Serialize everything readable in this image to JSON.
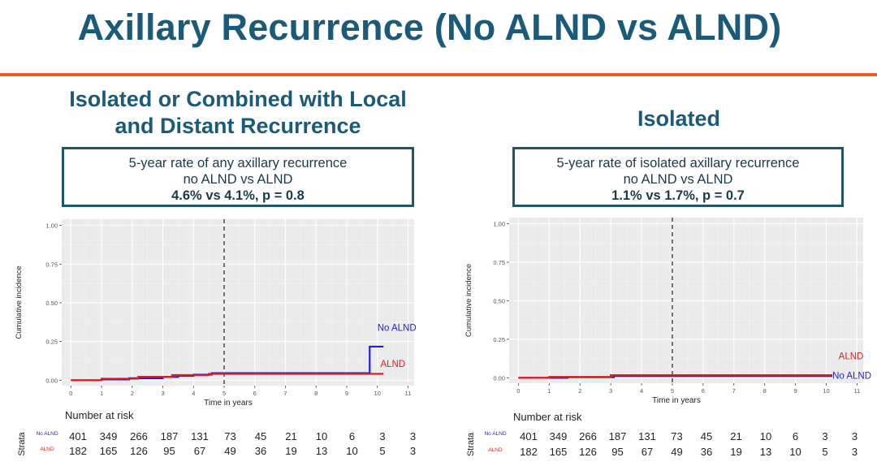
{
  "title": "Axillary Recurrence (No ALND vs ALND)",
  "colors": {
    "title": "#1b5a78",
    "rule": "#e3622a",
    "box_border": "#1e5866",
    "no_alnd": "#1f1fd6",
    "alnd": "#e11c1c",
    "plot_bg": "#ebebeb"
  },
  "panels": [
    {
      "title_line1": "Isolated or Combined with Local",
      "title_line2": "and Distant Recurrence",
      "box": {
        "line1": "5-year rate of any axillary recurrence",
        "line2": "no ALND vs ALND",
        "line3": "4.6% vs 4.1%, p = 0.8"
      },
      "risk": {
        "header": "Number at risk",
        "strata_label": "Strata",
        "no_alnd_label": "No ALND",
        "alnd_label": "ALND",
        "no_alnd": [
          "401",
          "349",
          "266",
          "187",
          "131",
          "73",
          "45",
          "21",
          "10",
          "6",
          "3",
          "3"
        ],
        "alnd": [
          "182",
          "165",
          "126",
          "95",
          "67",
          "49",
          "36",
          "19",
          "13",
          "10",
          "5",
          "3"
        ]
      }
    },
    {
      "title_line1": "Isolated",
      "box": {
        "line1": "5-year rate of isolated axillary recurrence",
        "line2": "no ALND vs ALND",
        "line3": "1.1% vs 1.7%, p = 0.7"
      },
      "risk": {
        "header": "Number at risk",
        "strata_label": "Strata",
        "no_alnd_label": "No ALND",
        "alnd_label": "ALND",
        "no_alnd": [
          "401",
          "349",
          "266",
          "187",
          "131",
          "73",
          "45",
          "21",
          "10",
          "6",
          "3",
          "3"
        ],
        "alnd": [
          "182",
          "165",
          "126",
          "95",
          "67",
          "49",
          "36",
          "19",
          "13",
          "10",
          "5",
          "3"
        ]
      }
    }
  ],
  "chart_data": [
    {
      "type": "line",
      "xlabel": "Time in years",
      "ylabel": "Cumulative incidence",
      "xlim": [
        -0.3,
        11.2
      ],
      "ylim": [
        -0.035,
        1.04
      ],
      "x_ticks": [
        "0",
        "1",
        "2",
        "3",
        "4",
        "5",
        "6",
        "7",
        "8",
        "9",
        "10",
        "11"
      ],
      "y_ticks": [
        "0.00",
        "0.25",
        "0.50",
        "0.75",
        "1.00"
      ],
      "reference_line_x": 5,
      "grid": true,
      "series": [
        {
          "name": "No ALND",
          "color": "#1f1fd6",
          "x": [
            0,
            1.0,
            1.9,
            3.0,
            3.5,
            4.0,
            4.6,
            9.75,
            9.75,
            10.2
          ],
          "y": [
            0,
            0.005,
            0.013,
            0.021,
            0.028,
            0.036,
            0.046,
            0.046,
            0.217,
            0.217
          ]
        },
        {
          "name": "ALND",
          "color": "#e11c1c",
          "x": [
            0,
            1.0,
            2.2,
            3.3,
            4.5,
            10.2
          ],
          "y": [
            0,
            0.01,
            0.022,
            0.033,
            0.041,
            0.041
          ]
        }
      ],
      "annotations": [
        {
          "text": "No ALND",
          "x": 10.0,
          "y": 0.32,
          "color": "#1f1fd6"
        },
        {
          "text": "ALND",
          "x": 10.1,
          "y": 0.085,
          "color": "#e11c1c"
        }
      ]
    },
    {
      "type": "line",
      "xlabel": "Time in years",
      "ylabel": "Cumulative incidence",
      "xlim": [
        -0.3,
        11.2
      ],
      "ylim": [
        -0.035,
        1.04
      ],
      "x_ticks": [
        "0",
        "1",
        "2",
        "3",
        "4",
        "5",
        "6",
        "7",
        "8",
        "9",
        "10",
        "11"
      ],
      "y_ticks": [
        "0.00",
        "0.25",
        "0.50",
        "0.75",
        "1.00"
      ],
      "reference_line_x": 5,
      "grid": true,
      "series": [
        {
          "name": "No ALND",
          "color": "#1f1fd6",
          "x": [
            0,
            1.6,
            3.1,
            10.2
          ],
          "y": [
            0,
            0.004,
            0.011,
            0.011
          ]
        },
        {
          "name": "ALND",
          "color": "#e11c1c",
          "x": [
            0,
            1.0,
            3.0,
            10.2
          ],
          "y": [
            0,
            0.006,
            0.017,
            0.017
          ]
        }
      ],
      "annotations": [
        {
          "text": "ALND",
          "x": 10.4,
          "y": 0.12,
          "color": "#e11c1c"
        },
        {
          "text": "No ALND",
          "x": 10.2,
          "y": -0.005,
          "color": "#1f1fd6"
        }
      ]
    }
  ]
}
